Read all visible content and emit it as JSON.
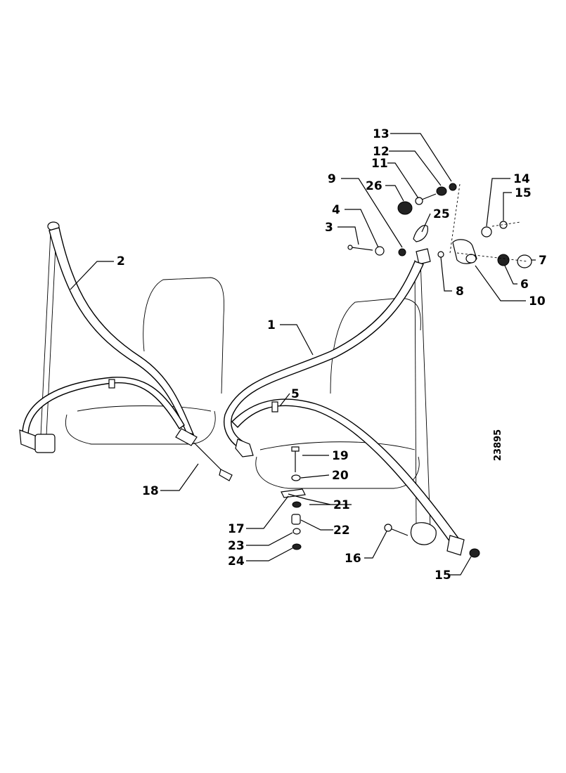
{
  "drawing_ref": "23895",
  "callouts": {
    "c1": "1",
    "c2": "2",
    "c3": "3",
    "c4": "4",
    "c5": "5",
    "c6": "6",
    "c7": "7",
    "c8": "8",
    "c9": "9",
    "c10": "10",
    "c11": "11",
    "c12": "12",
    "c13": "13",
    "c14": "14",
    "c15a": "15",
    "c15b": "15",
    "c16": "16",
    "c17": "17",
    "c18": "18",
    "c19": "19",
    "c20": "20",
    "c21": "21",
    "c22": "22",
    "c23": "23",
    "c24": "24",
    "c25": "25",
    "c26": "26"
  }
}
